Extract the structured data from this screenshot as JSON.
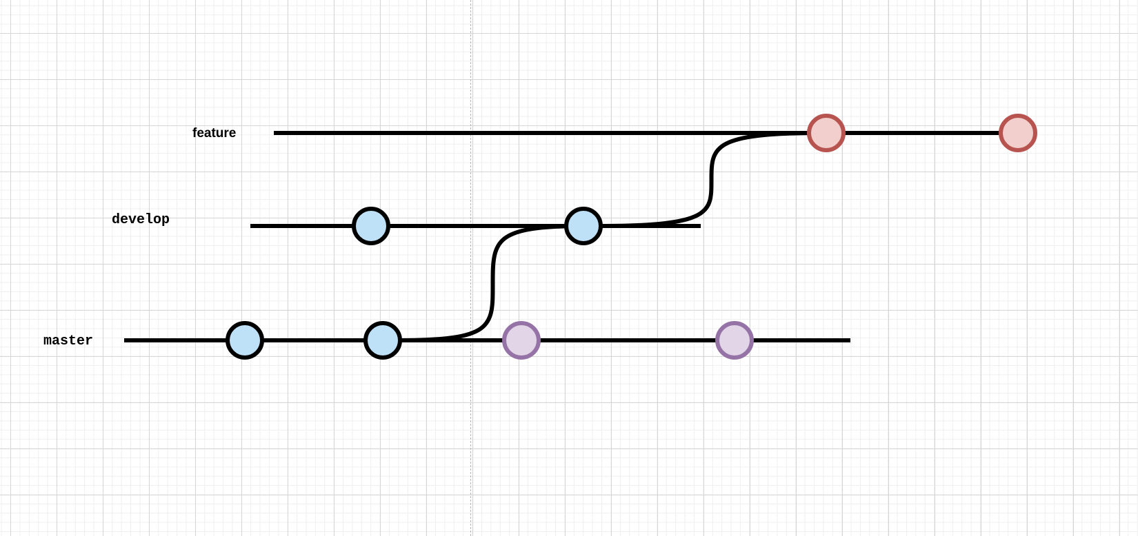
{
  "branches": [
    {
      "id": "feature",
      "label": "feature",
      "label_style": "sans"
    },
    {
      "id": "develop",
      "label": "develop",
      "label_style": "mono"
    },
    {
      "id": "master",
      "label": "master",
      "label_style": "mono"
    }
  ],
  "commit_styles": {
    "blue": {
      "fill": "#bfe1f7",
      "stroke": "#000000"
    },
    "purple": {
      "fill": "#e1d5e7",
      "stroke": "#9673a6"
    },
    "red": {
      "fill": "#f2cfcc",
      "stroke": "#b85450"
    }
  },
  "commits": [
    {
      "branch": "master",
      "style": "blue"
    },
    {
      "branch": "master",
      "style": "blue"
    },
    {
      "branch": "master",
      "style": "purple"
    },
    {
      "branch": "master",
      "style": "purple"
    },
    {
      "branch": "develop",
      "style": "blue"
    },
    {
      "branch": "develop",
      "style": "blue"
    },
    {
      "branch": "feature",
      "style": "red"
    },
    {
      "branch": "feature",
      "style": "red"
    }
  ],
  "connections": [
    {
      "from_branch": "master",
      "to_branch": "develop"
    },
    {
      "from_branch": "develop",
      "to_branch": "feature"
    }
  ]
}
